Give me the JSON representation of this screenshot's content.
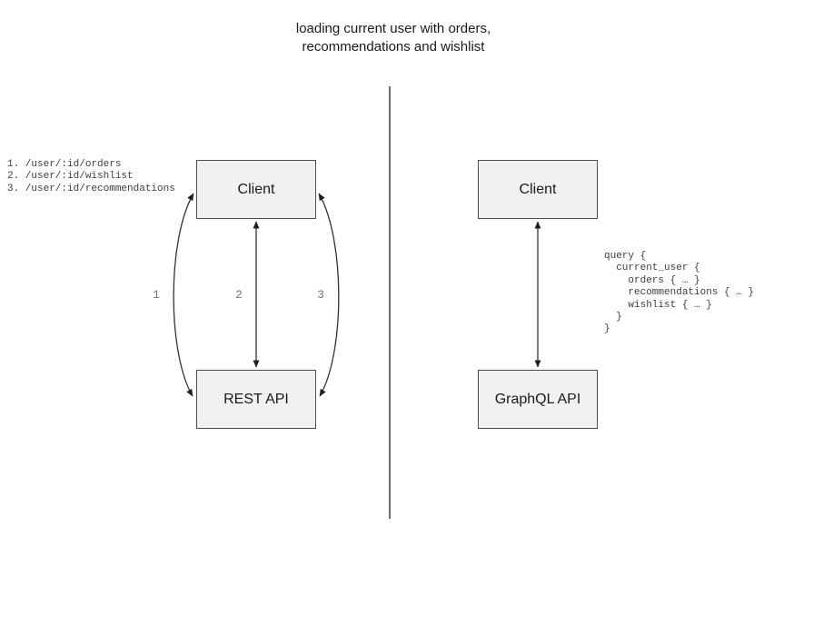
{
  "title": {
    "line1": "loading current user with orders,",
    "line2": "recommendations and wishlist"
  },
  "left_panel": {
    "routes": [
      "1. /user/:id/orders",
      "2. /user/:id/wishlist",
      "3. /user/:id/recommendations"
    ],
    "client_label": "Client",
    "api_label": "REST API",
    "arrow_labels": [
      "1",
      "2",
      "3"
    ]
  },
  "right_panel": {
    "client_label": "Client",
    "api_label": "GraphQL API",
    "query_lines": [
      "query {",
      "  current_user {",
      "    orders { … }",
      "    recommendations { … }",
      "    wishlist { … }",
      "  }",
      "}"
    ]
  },
  "colors": {
    "box_fill": "#f1f1f1",
    "box_border": "#4d4d4d",
    "arrow_line": "#333333",
    "divider": "#6b6b6b",
    "muted_text": "#757575",
    "code_text": "#3d3d3d",
    "title_text": "#1a1a1a"
  }
}
